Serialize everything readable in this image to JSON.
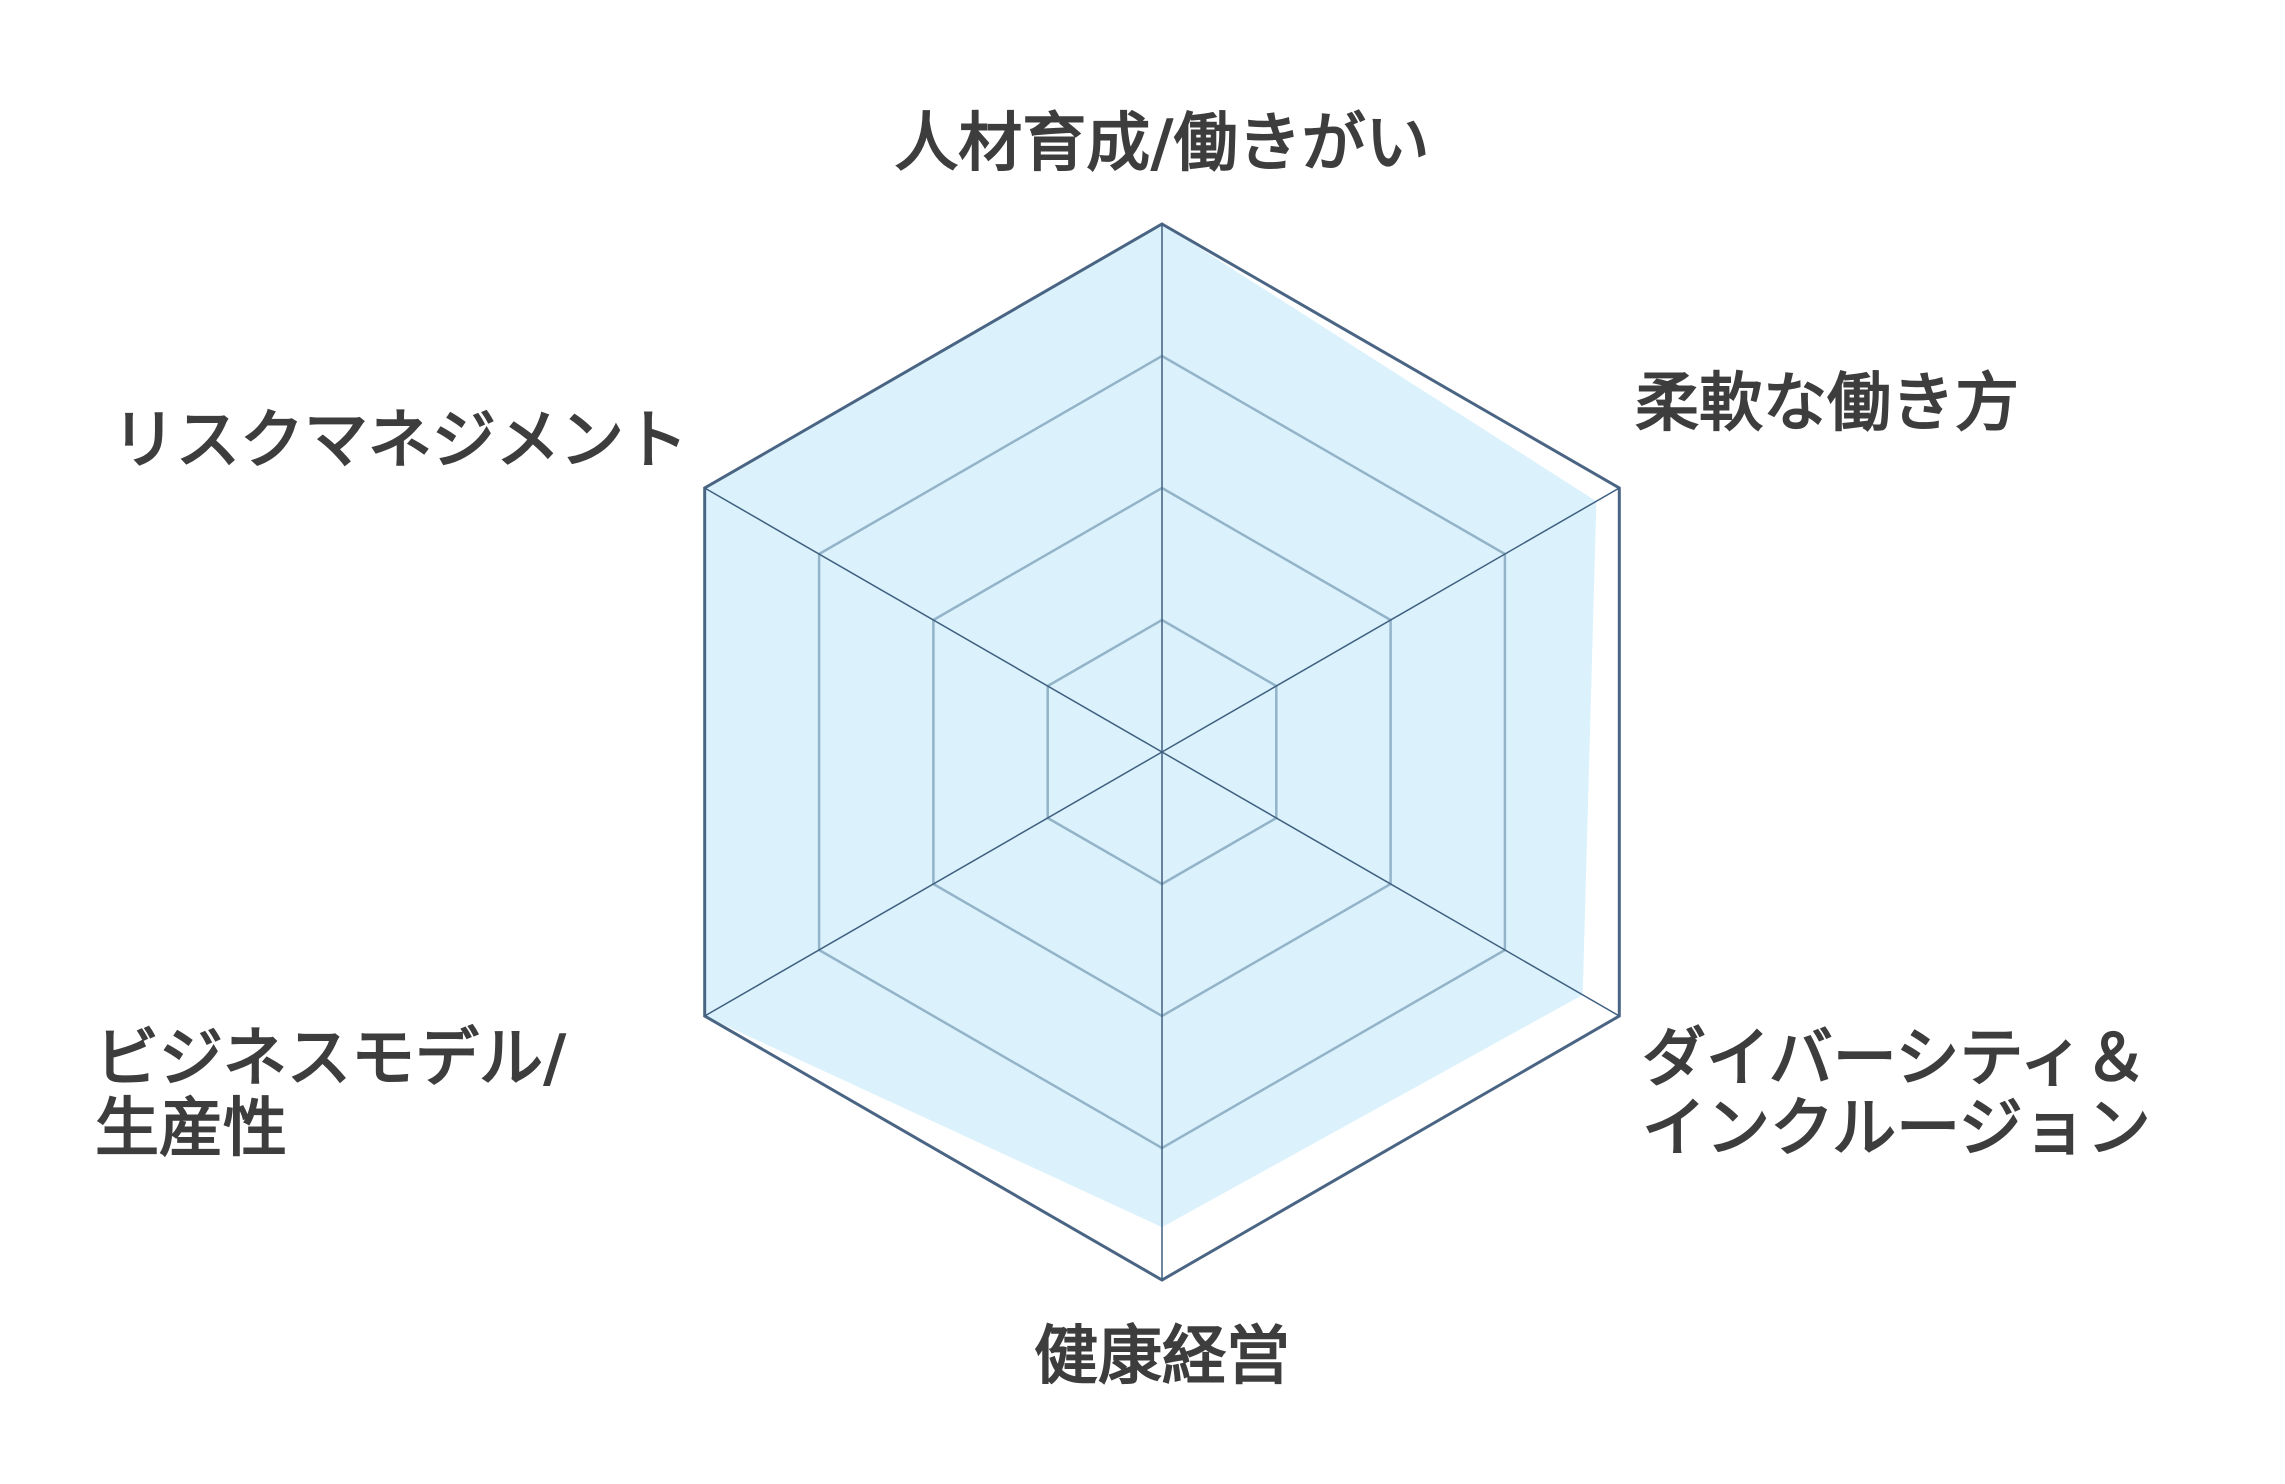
{
  "chart_data": {
    "type": "radar",
    "axes": [
      {
        "label_lines": [
          "人材育成/働きがい"
        ]
      },
      {
        "label_lines": [
          "柔軟な働き方"
        ]
      },
      {
        "label_lines": [
          "ダイバーシティ＆",
          "インクルージョン"
        ]
      },
      {
        "label_lines": [
          "健康経営"
        ]
      },
      {
        "label_lines": [
          "ビジネスモデル/",
          "生産性"
        ]
      },
      {
        "label_lines": [
          "リスクマネジメント"
        ]
      }
    ],
    "values": [
      1.0,
      0.95,
      0.92,
      0.9,
      1.0,
      1.0
    ],
    "rlim": [
      0,
      1
    ],
    "grid_levels": 4,
    "grid": true,
    "colors": {
      "fill": "#dbf2fc",
      "outer_line": "#4a6584",
      "spoke_line": "#3f5f80",
      "grid_line": "#93b3c9",
      "label": "#3d3d3d"
    }
  }
}
